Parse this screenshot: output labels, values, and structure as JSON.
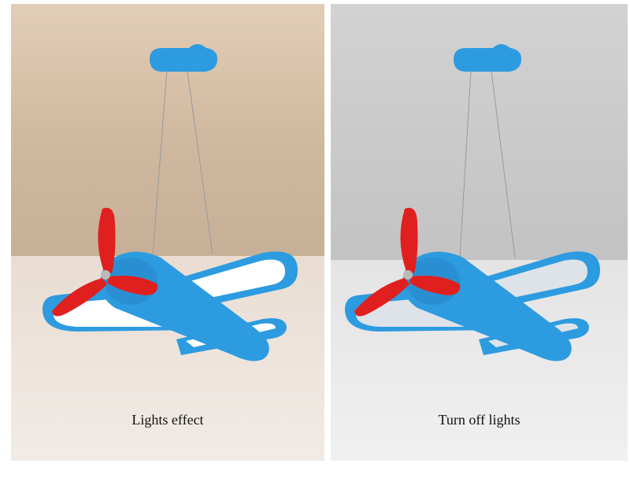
{
  "panels": [
    {
      "caption": "Lights effect",
      "state": "on",
      "wall_color": "#d9c4ad",
      "floor_color": "#ece2da"
    },
    {
      "caption": "Turn off lights",
      "state": "off",
      "wall_color": "#c9c9c9",
      "floor_color": "#ececec"
    }
  ],
  "colors": {
    "plane_body": "#2d9be0",
    "propeller": "#e0201e",
    "wing_light_on": "#ffffff",
    "wing_light_off": "#dde3e8"
  }
}
